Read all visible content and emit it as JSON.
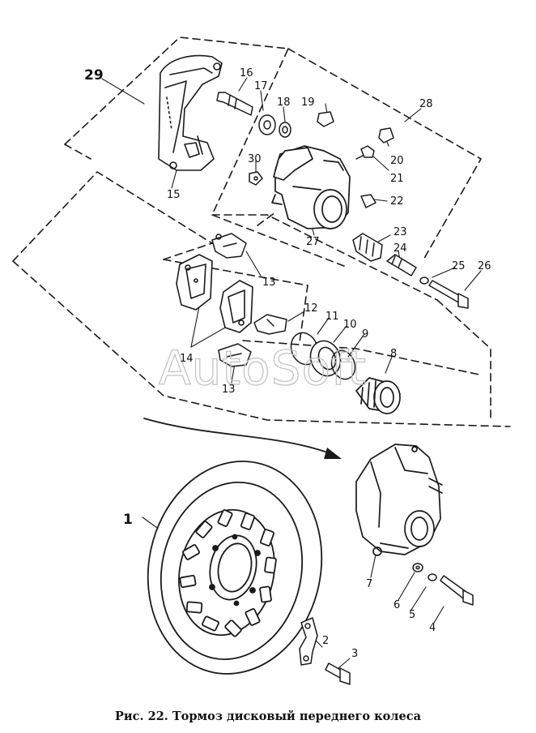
{
  "caption": "Рис. 22. Тормоз дисковый переднего колеса",
  "watermark": "AutoSoft",
  "callouts": {
    "c1": "1",
    "c2": "2",
    "c3": "3",
    "c4": "4",
    "c5": "5",
    "c6": "6",
    "c7": "7",
    "c8": "8",
    "c9": "9",
    "c10": "10",
    "c11": "11",
    "c12": "12",
    "c13a": "13",
    "c13b": "13",
    "c14": "14",
    "c15": "15",
    "c16": "16",
    "c17": "17",
    "c18": "18",
    "c19": "19",
    "c20": "20",
    "c21": "21",
    "c22": "22",
    "c23": "23",
    "c24": "24",
    "c25": "25",
    "c26": "26",
    "c27": "27",
    "c28": "28",
    "c29": "29",
    "c30": "30"
  }
}
